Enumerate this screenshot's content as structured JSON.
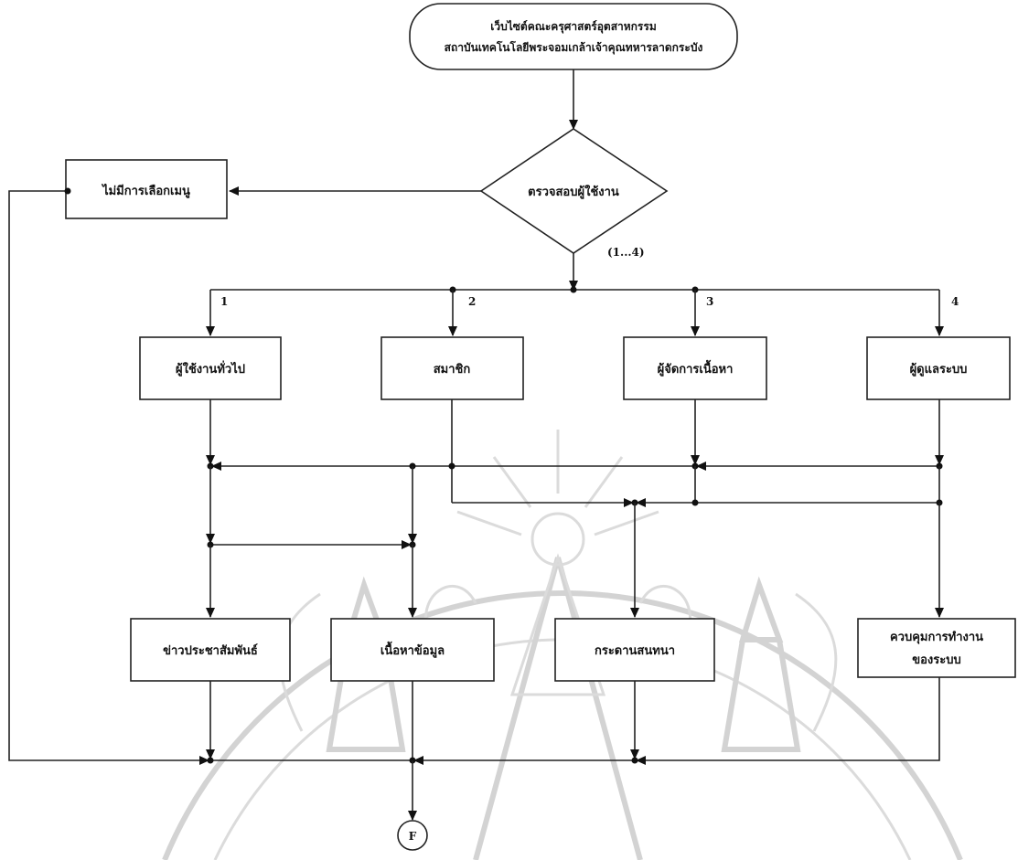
{
  "start": {
    "line1": "เว็บไซต์คณะครุศาสตร์อุตสาหกรรม",
    "line2": "สถาบันเทคโนโลยีพระจอมเกล้าเจ้าคุณทหารลาดกระบัง"
  },
  "decision": {
    "label": "ตรวจสอบผู้ใช้งาน",
    "range": "(1...4)"
  },
  "no_menu": "ไม่มีการเลือกเมนู",
  "branches": [
    "1",
    "2",
    "3",
    "4"
  ],
  "roles": [
    "ผู้ใช้งานทั่วไป",
    "สมาชิก",
    "ผู้จัดการเนื้อหา",
    "ผู้ดูแลระบบ"
  ],
  "functions": {
    "pr": "ข่าวประชาสัมพันธ์",
    "content": "เนื้อหาข้อมูล",
    "board": "กระดานสนทนา",
    "control_1": "ควบคุมการทำงาน",
    "control_2": "ของระบบ"
  },
  "connector": "F"
}
